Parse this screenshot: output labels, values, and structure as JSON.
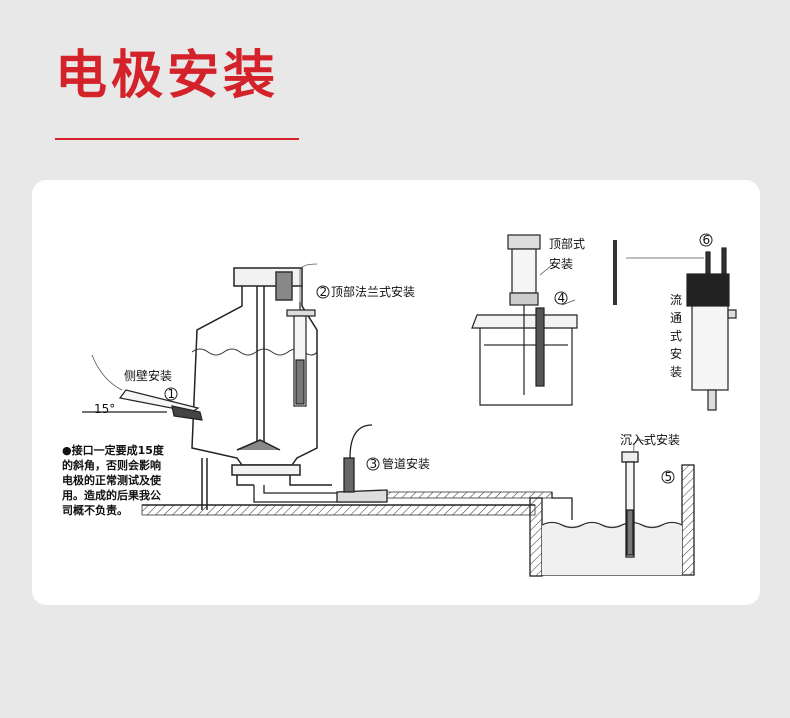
{
  "header": {
    "title": "电极安装"
  },
  "diagram": {
    "labels": {
      "side_wall": "侧壁安装",
      "angle": "15°",
      "top_flange": "顶部法兰式安装",
      "pipe": "管道安装",
      "top_mount_line1": "顶部式",
      "top_mount_line2": "安装",
      "flow_through": [
        "流",
        "通",
        "式",
        "安",
        "装"
      ],
      "immersion": "沉入式安装"
    },
    "markers": [
      "1",
      "2",
      "3",
      "4",
      "5",
      "6"
    ],
    "note_lines": [
      "●接口一定要成15度",
      "的斜角，否则会影响",
      "电极的正常测试及使",
      "用。造成的后果我公",
      "司概不负责。"
    ]
  },
  "colors": {
    "accent": "#d3222a",
    "background": "#e9e8e8",
    "card": "#ffffff"
  }
}
